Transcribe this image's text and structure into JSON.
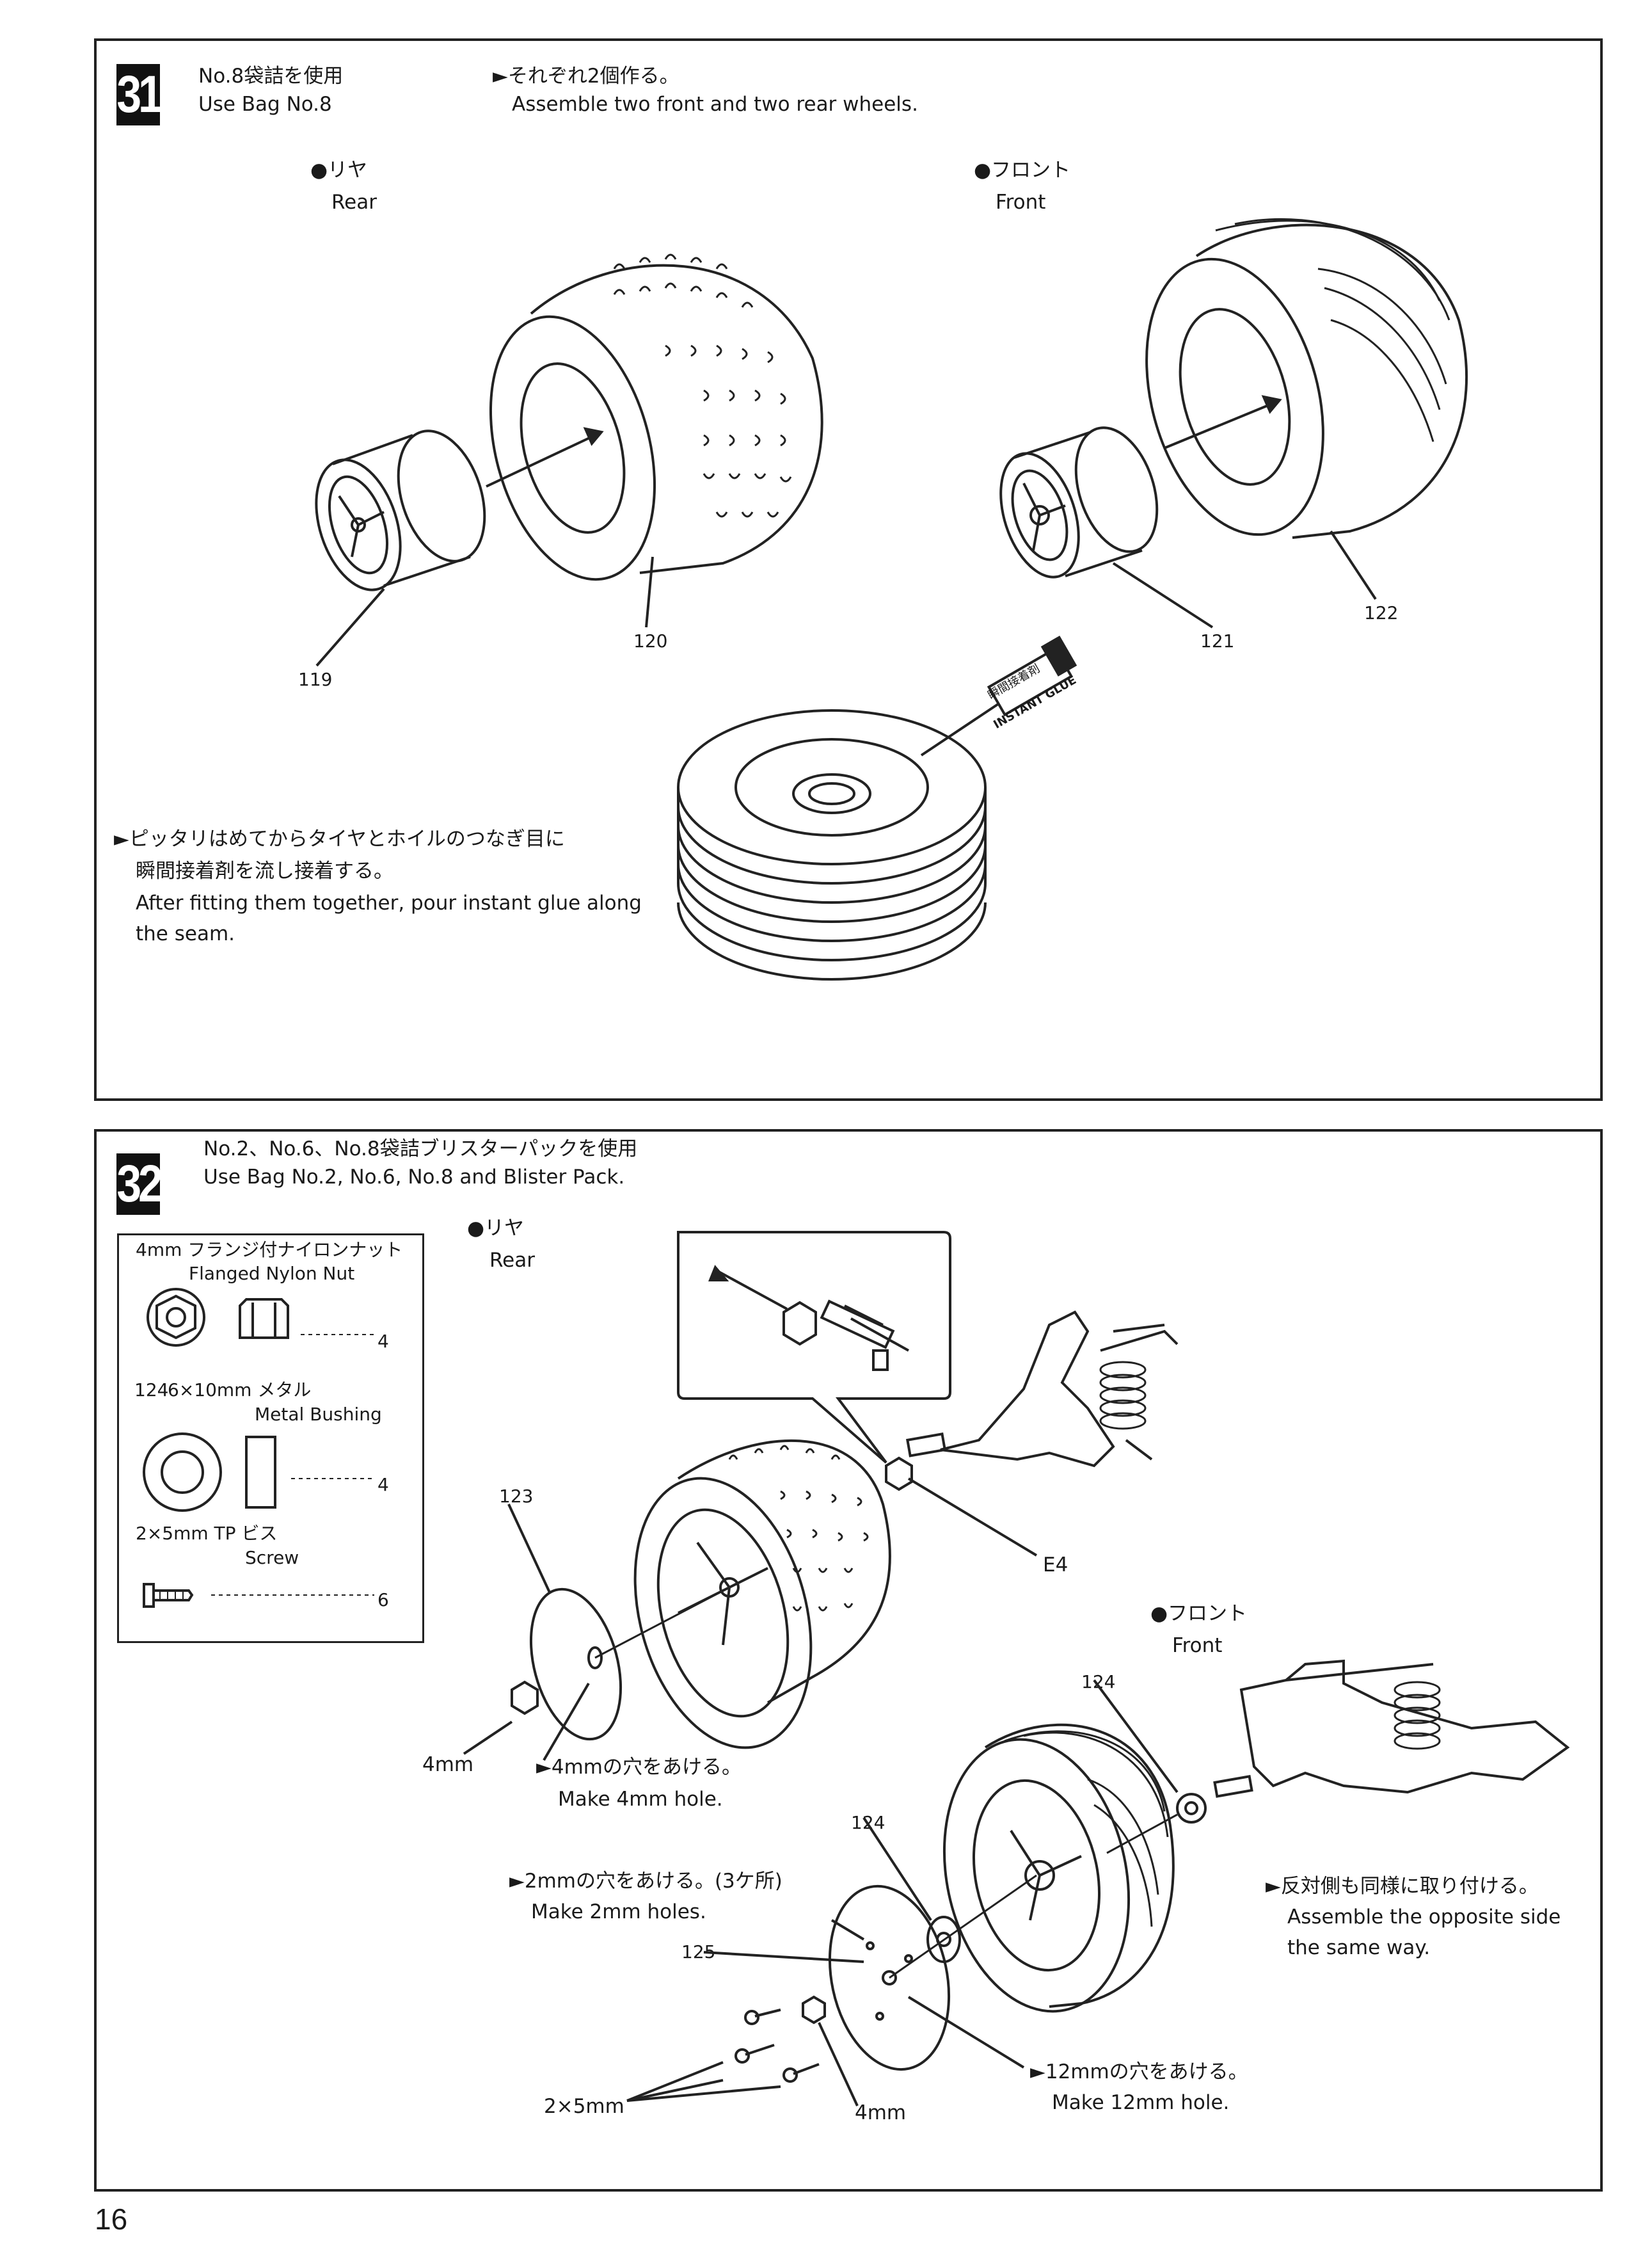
{
  "page_number": "16",
  "step31": {
    "number": "31",
    "bag_jp": "No.8袋詰を使用",
    "bag_en": "Use Bag No.8",
    "instruction_jp": "►それぞれ2個作る。",
    "instruction_en": "Assemble two front and two rear wheels.",
    "rear_jp": "●リヤ",
    "rear_en": "Rear",
    "front_jp": "●フロント",
    "front_en": "Front",
    "part_119": "119",
    "part_120": "120",
    "part_121": "121",
    "part_122": "122",
    "glue_label": "INSTANT GLUE",
    "glue_label_jp": "瞬間接着剤",
    "note_jp_1": "►ピッタリはめてからタイヤとホイルのつなぎ目に",
    "note_jp_2": "瞬間接着剤を流し接着する。",
    "note_en_1": "After fitting them together, pour instant glue along",
    "note_en_2": "the seam."
  },
  "step32": {
    "number": "32",
    "bag_jp": "No.2、No.6、No.8袋詰ブリスターパックを使用",
    "bag_en": "Use Bag No.2, No.6, No.8 and Blister Pack.",
    "parts": {
      "nut_jp": "4mm フランジ付ナイロンナット",
      "nut_en": "Flanged Nylon Nut",
      "nut_qty": "4",
      "bushing_num": "124",
      "bushing_jp": "6×10mm メタル",
      "bushing_en": "Metal Bushing",
      "bushing_qty": "4",
      "screw_jp": "2×5mm TP ビス",
      "screw_en": "Screw",
      "screw_qty": "6"
    },
    "rear_jp": "●リヤ",
    "rear_en": "Rear",
    "front_jp": "●フロント",
    "front_en": "Front",
    "label_e4": "E4",
    "part_123": "123",
    "part_124a": "124",
    "part_124b": "124",
    "part_125": "125",
    "label_4mm_a": "4mm",
    "hole4_jp": "►4mmの穴をあける。",
    "hole4_en": "Make 4mm hole.",
    "hole2_jp": "►2mmの穴をあける。(3ケ所)",
    "hole2_en": "Make 2mm holes.",
    "hole12_jp": "►12mmの穴をあける。",
    "hole12_en": "Make 12mm hole.",
    "opposite_jp": "►反対側も同様に取り付ける。",
    "opposite_en_1": "Assemble the opposite side",
    "opposite_en_2": "the same way.",
    "label_2x5": "2×5mm",
    "label_4mm_b": "4mm"
  }
}
